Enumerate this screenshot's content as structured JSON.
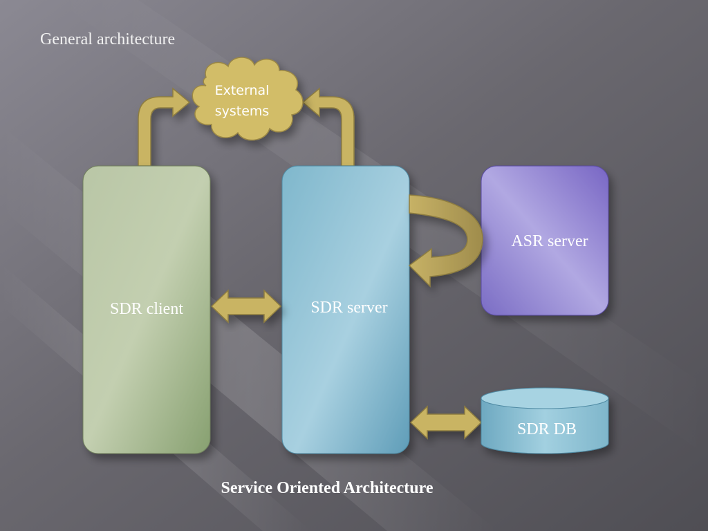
{
  "slide": {
    "title": "General architecture",
    "caption": "Service Oriented Architecture"
  },
  "nodes": {
    "sdr_client": "SDR client",
    "sdr_server": "SDR server",
    "asr_server": "ASR server",
    "sdr_db": "SDR DB",
    "external_line1": "External",
    "external_line2": "systems"
  },
  "colors": {
    "background": "#5f5d63",
    "client": "#a7b891",
    "server": "#8fbfd3",
    "asr": "#9a8dd6",
    "db": "#8ec3d6",
    "arrow": "#c9b463",
    "cloud": "#d2bd67"
  }
}
